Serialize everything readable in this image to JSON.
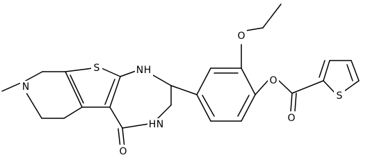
{
  "molecule": {
    "atom_labels": {
      "n_methyl": "N",
      "s_thiophene_fused": "S",
      "nh_upper": "H",
      "nh_upper_n": "N",
      "nh_lower": "H",
      "nh_lower_n": "N",
      "o_carbonyl": "O",
      "o_ethoxy": "O",
      "o_ester": "O",
      "o_ester_carbonyl": "O",
      "s_thiophene": "S"
    }
  },
  "colors": {
    "bond": "#000000",
    "text": "#000000",
    "background": "#ffffff"
  }
}
